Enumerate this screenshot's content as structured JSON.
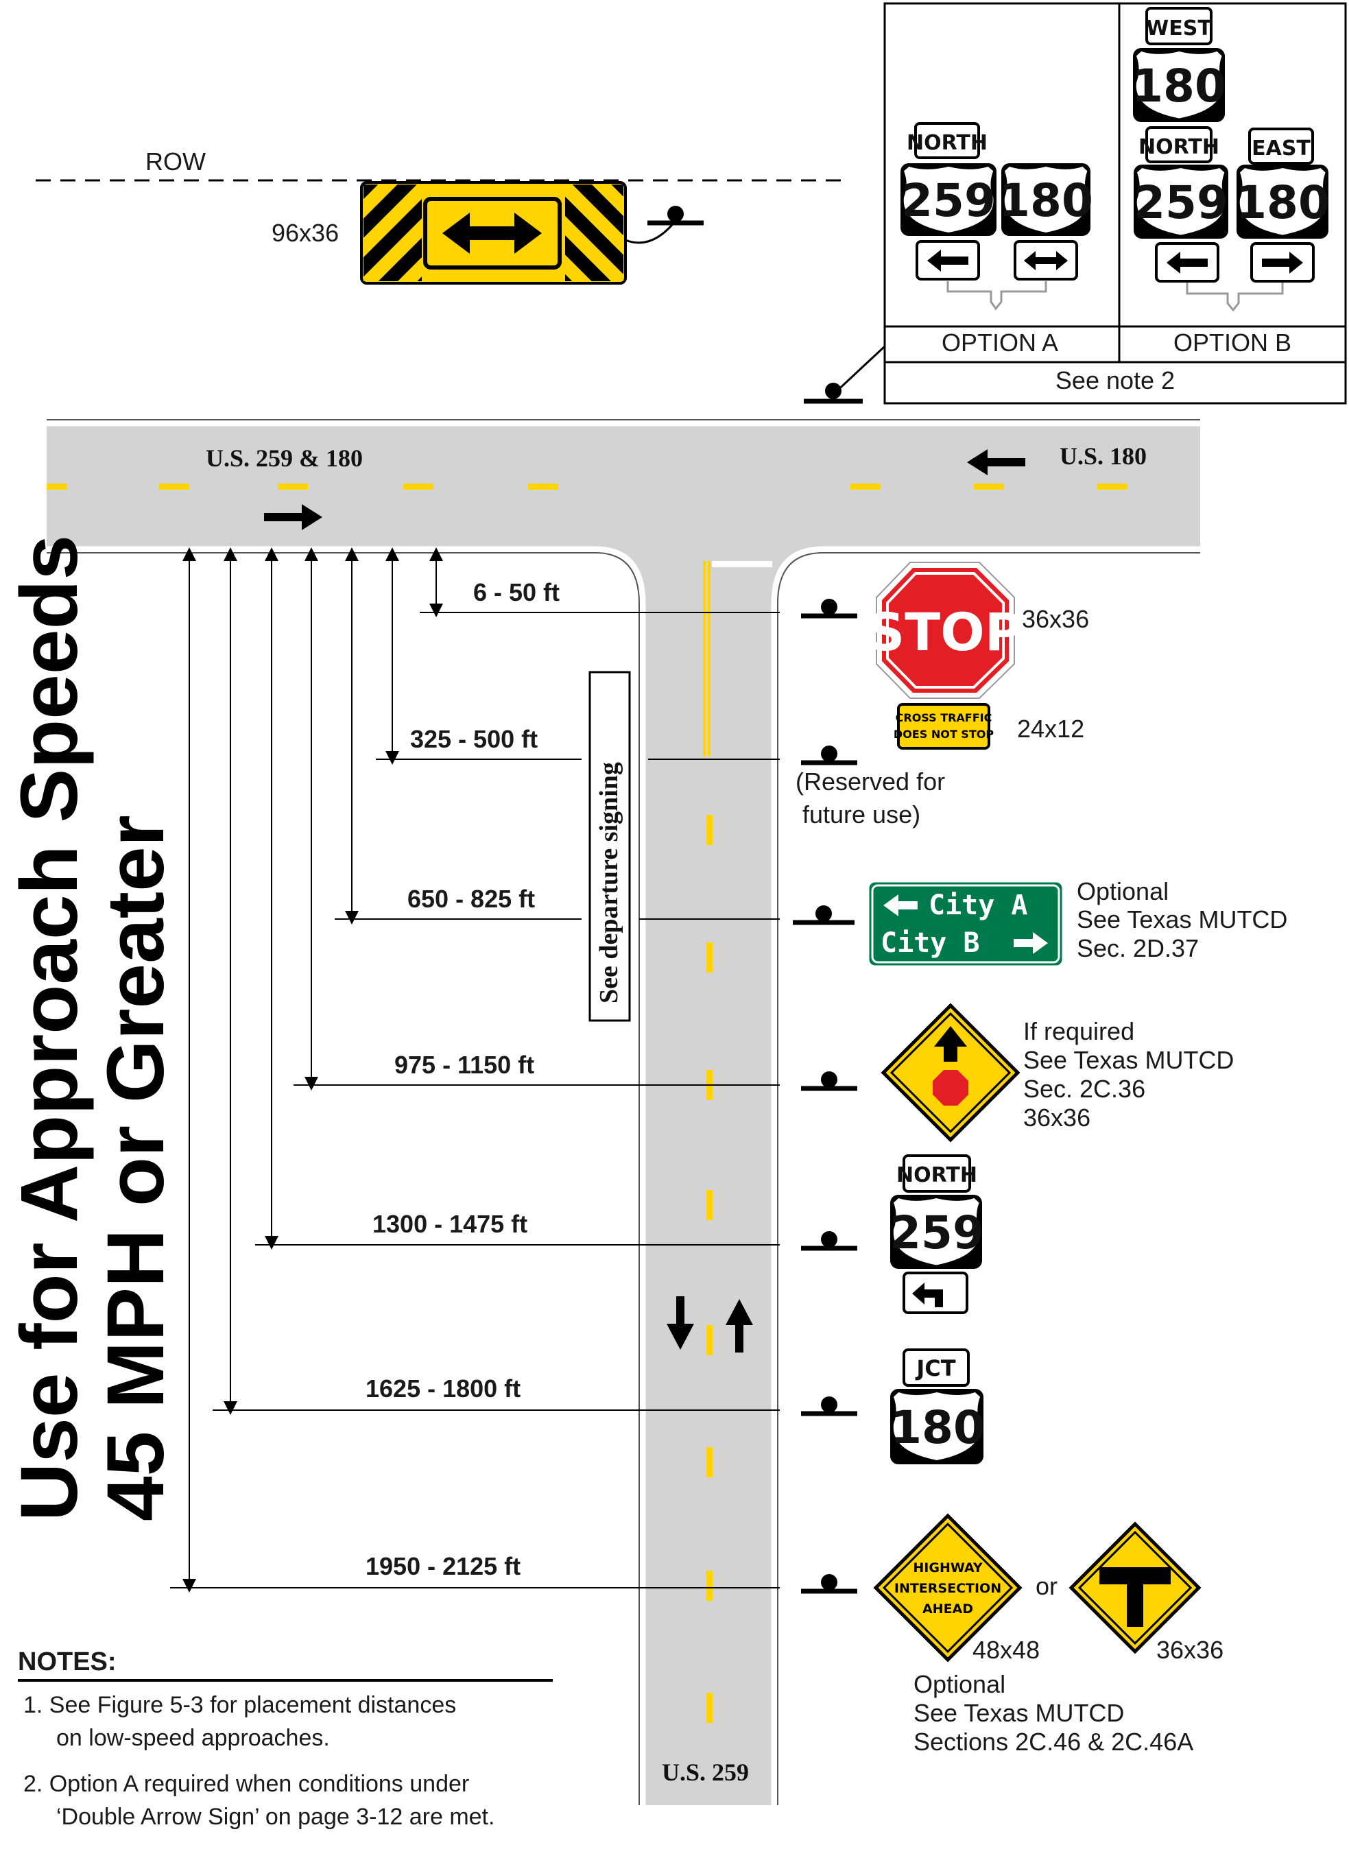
{
  "row_label": "ROW",
  "arrow_board_size": "96x36",
  "roads": {
    "main_label_left": "U.S. 259 & 180",
    "main_label_right": "U.S. 180",
    "side_label": "U.S. 259"
  },
  "departure_signing": "See departure signing",
  "distances": [
    "6 - 50 ft",
    "325 - 500 ft",
    "650 - 825 ft",
    "975 - 1150 ft",
    "1300 - 1475 ft",
    "1625 - 1800 ft",
    "1950 - 2125 ft"
  ],
  "stop_sign": {
    "text": "STOP",
    "size": "36x36"
  },
  "cross_traffic": {
    "line1": "CROSS  TRAFFIC",
    "line2": "DOES  NOT  STOP",
    "size": "24x12"
  },
  "reserved": {
    "line1": "(Reserved for",
    "line2": "future use)"
  },
  "guide_sign": {
    "city_a": "City A",
    "city_b": "City B",
    "note1": "Optional",
    "note2": "See Texas MUTCD",
    "note3": "Sec. 2D.37"
  },
  "stop_ahead": {
    "note1": "If required",
    "note2": "See Texas MUTCD",
    "note3": "Sec. 2C.36",
    "size": "36x36"
  },
  "route_259": {
    "direction": "NORTH",
    "number": "259"
  },
  "junction": {
    "jct": "JCT",
    "number": "180"
  },
  "intersection_ahead": {
    "line1": "HIGHWAY",
    "line2": "INTERSECTION",
    "line3": "AHEAD",
    "or": "or",
    "size_left": "48x48",
    "size_right": "36x36",
    "note1": "Optional",
    "note2": "See Texas MUTCD",
    "note3": "Sections 2C.46 & 2C.46A"
  },
  "options": {
    "a_label": "OPTION A",
    "b_label": "OPTION B",
    "see_note": "See note 2",
    "a_north": "NORTH",
    "a_259": "259",
    "a_180": "180",
    "b_west": "WEST",
    "b_west_180": "180",
    "b_north": "NORTH",
    "b_259": "259",
    "b_east": "EAST",
    "b_180": "180"
  },
  "vertical_title": {
    "line1": "Use for  Approach  Speeds",
    "line2": "45 MPH or Greater"
  },
  "notes": {
    "title": "NOTES:",
    "n1a": "1.  See Figure 5-3 for placement distances",
    "n1b": "on low-speed approaches.",
    "n2a": "2.  Option A required when conditions under",
    "n2b": "‘Double Arrow Sign’ on page 3-12 are met."
  },
  "colors": {
    "road": "#d3d3d3",
    "yellow": "#ffd400",
    "stop_red": "#e31e24",
    "guide_green": "#007a4d",
    "black": "#000000"
  }
}
